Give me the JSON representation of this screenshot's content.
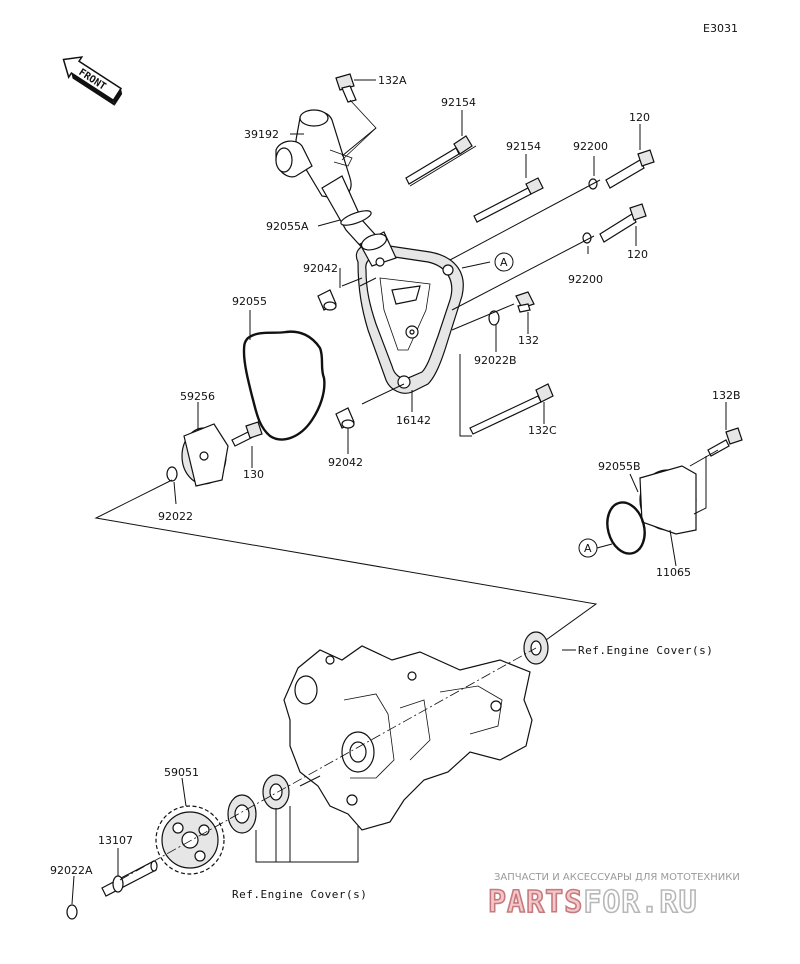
{
  "diagram_code": "E3031",
  "front_label": "FRONT",
  "ref_label_top": "Ref.Engine Cover(s)",
  "ref_label_bottom": "Ref.Engine Cover(s)",
  "circle_ref": "A",
  "watermark": {
    "tagline": "ЗАПЧАСТИ И АКСЕССУАРЫ ДЛЯ МОТОТЕХНИКИ",
    "brand_part1": "PARTS",
    "brand_part2": "FOR.RU"
  },
  "parts": [
    {
      "key": "p132a",
      "number": "132A"
    },
    {
      "key": "p92154a",
      "number": "92154"
    },
    {
      "key": "p120a",
      "number": "120"
    },
    {
      "key": "p39192",
      "number": "39192"
    },
    {
      "key": "p92154b",
      "number": "92154"
    },
    {
      "key": "p92200a",
      "number": "92200"
    },
    {
      "key": "p92055a",
      "number": "92055A"
    },
    {
      "key": "p92042a",
      "number": "92042"
    },
    {
      "key": "p120b",
      "number": "120"
    },
    {
      "key": "p92200b",
      "number": "92200"
    },
    {
      "key": "p92055",
      "number": "92055"
    },
    {
      "key": "p132",
      "number": "132"
    },
    {
      "key": "p92022b",
      "number": "92022B"
    },
    {
      "key": "p59256",
      "number": "59256"
    },
    {
      "key": "p16142",
      "number": "16142"
    },
    {
      "key": "p132c",
      "number": "132C"
    },
    {
      "key": "p132b",
      "number": "132B"
    },
    {
      "key": "p92042b",
      "number": "92042"
    },
    {
      "key": "p130",
      "number": "130"
    },
    {
      "key": "p92055b",
      "number": "92055B"
    },
    {
      "key": "p92022",
      "number": "92022"
    },
    {
      "key": "p11065",
      "number": "11065"
    },
    {
      "key": "p59051",
      "number": "59051"
    },
    {
      "key": "p13107",
      "number": "13107"
    },
    {
      "key": "p92022a",
      "number": "92022A"
    }
  ]
}
